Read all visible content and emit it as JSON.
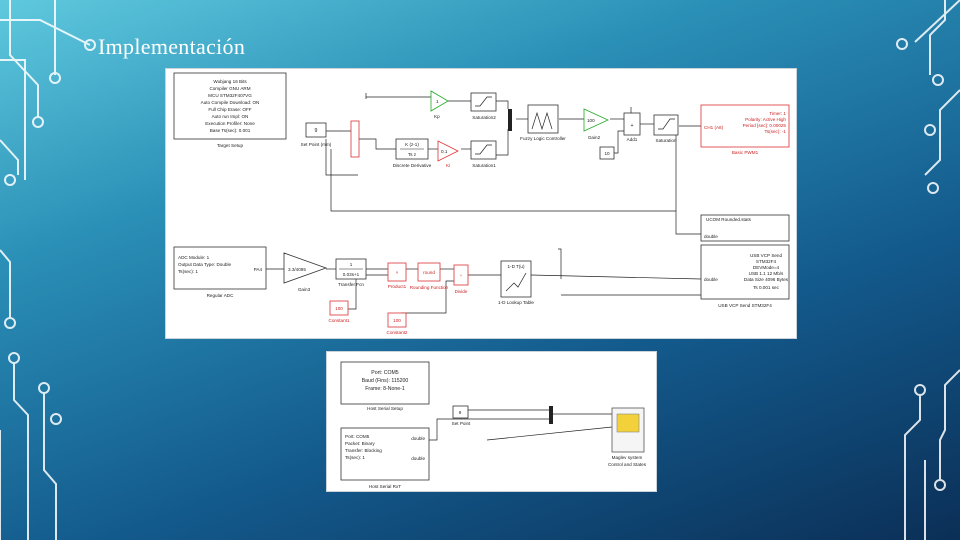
{
  "slide": {
    "title": "Implementación"
  },
  "diagram1": {
    "target_setup": {
      "lines": [
        "Wubjang 16 Bits",
        "Compiler GNU ARM",
        "MCU STM32F407VG",
        "Auto Compile Download: ON",
        "Full Chip Erase: OFF",
        "Auto run Impl: ON",
        "Execution Profiler: None",
        "Base Ts(sec): 0.001"
      ],
      "caption": "Target Setup"
    },
    "setpoint": {
      "value": "9",
      "caption": "Set Point (mm)"
    },
    "gain1": {
      "value": "1",
      "caption": "Kp"
    },
    "gain2": {
      "value": "0.1",
      "caption": "Ki"
    },
    "gain3": {
      "value": "100",
      "caption": "Gain2"
    },
    "saturation2": {
      "caption": "Saturation2"
    },
    "saturation1": {
      "caption": "Saturation1"
    },
    "saturation": {
      "caption": "Saturation"
    },
    "discrete_derivative": {
      "num": "K (z-1)",
      "den": "Ts z",
      "caption": "Discrete Derivative"
    },
    "fuzzy": {
      "caption": "Fuzzy Logic Controller"
    },
    "add1": {
      "caption": "Add1"
    },
    "const3": {
      "value": "10"
    },
    "pwm": {
      "lines": [
        "Timer: 1",
        "Polarity: Active High",
        "Period [sec]: 0.00025",
        "Ts(sec): -1"
      ],
      "port": "CH1 (A8)",
      "caption": "Basic PWM1"
    },
    "ucom": {
      "label": "UCOM Rounded.stats",
      "port": "double"
    },
    "usb": {
      "lines": [
        "USB VCP Send",
        "STM32F4",
        "DEVMode=4",
        "USB 1.1 12 Mb/s",
        "Data Size 4096 Bytes",
        "Ts 0.001 sec"
      ],
      "port": "double",
      "caption": "USB VCP Send STM32F4"
    },
    "adc": {
      "lines": [
        "ADC Module: 1",
        "Output Data Type: Double",
        "Ts(sec): 1"
      ],
      "port": "PA4",
      "caption": "Regular ADC"
    },
    "gain_adc": {
      "value": "3.3/4095",
      "caption": "Gain3"
    },
    "transfer": {
      "num": "1",
      "den": "0.03s+1",
      "caption": "Transfer Fcn"
    },
    "product1": {
      "symbol": "×",
      "caption": "Product1"
    },
    "rounding": {
      "label": "round",
      "caption": "Rounding Function"
    },
    "divide": {
      "symbol": "÷",
      "caption": "Divide"
    },
    "lookup": {
      "label": "1-D T(u)",
      "caption": "1-D Lookup Table"
    },
    "const1": {
      "value": "100",
      "caption": "Constant1"
    },
    "const2": {
      "value": "100",
      "caption": "Constant2"
    }
  },
  "diagram2": {
    "serial_setup": {
      "lines": [
        "Port: COM5",
        "Baud (Fins): 115200",
        "Frame: 8-None-1"
      ],
      "caption": "Host Serial Setup"
    },
    "set_point": {
      "value": "9",
      "caption": "Set Point"
    },
    "serial_port": {
      "lines": [
        "Port: COM5",
        "Packet: Binary",
        "Transfer: Blocking",
        "Ts(sec): 1"
      ],
      "port": "double",
      "port2": "double",
      "caption": "Host Serial RxT"
    },
    "scope": {
      "caption": "Maglev system Control and States"
    }
  }
}
